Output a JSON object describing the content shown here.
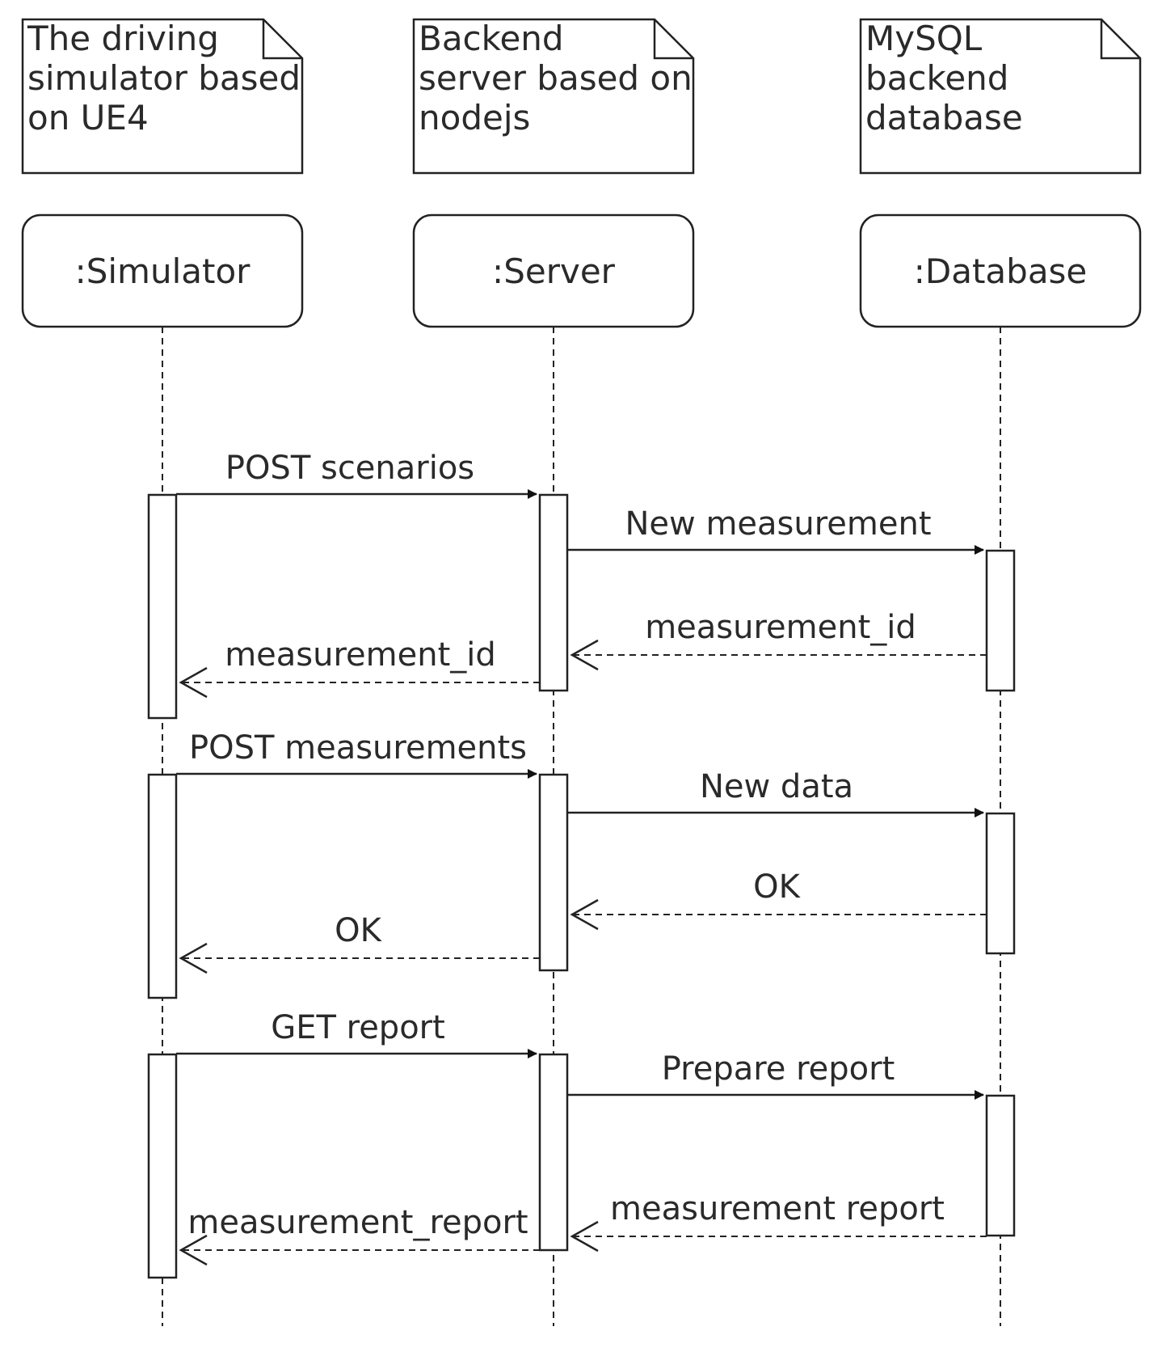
{
  "notes": [
    {
      "lines": [
        "The driving",
        "simulator based",
        "on UE4"
      ]
    },
    {
      "lines": [
        "Backend",
        "server based on",
        "nodejs"
      ]
    },
    {
      "lines": [
        "MySQL",
        "backend",
        "database"
      ]
    }
  ],
  "participants": [
    {
      "label": ":Simulator"
    },
    {
      "label": ":Server"
    },
    {
      "label": ":Database"
    }
  ],
  "messages": [
    {
      "label": "POST scenarios",
      "from": 0,
      "to": 1,
      "kind": "sync"
    },
    {
      "label": "New measurement",
      "from": 1,
      "to": 2,
      "kind": "sync"
    },
    {
      "label": "measurement_id",
      "from": 2,
      "to": 1,
      "kind": "return"
    },
    {
      "label": "measurement_id",
      "from": 1,
      "to": 0,
      "kind": "return"
    },
    {
      "label": "POST measurements",
      "from": 0,
      "to": 1,
      "kind": "sync"
    },
    {
      "label": "New data",
      "from": 1,
      "to": 2,
      "kind": "sync"
    },
    {
      "label": "OK",
      "from": 2,
      "to": 1,
      "kind": "return"
    },
    {
      "label": "OK",
      "from": 1,
      "to": 0,
      "kind": "return"
    },
    {
      "label": "GET report",
      "from": 0,
      "to": 1,
      "kind": "sync"
    },
    {
      "label": "Prepare report",
      "from": 1,
      "to": 2,
      "kind": "sync"
    },
    {
      "label": "measurement report",
      "from": 2,
      "to": 1,
      "kind": "return"
    },
    {
      "label": "measurement_report",
      "from": 1,
      "to": 0,
      "kind": "return"
    }
  ]
}
